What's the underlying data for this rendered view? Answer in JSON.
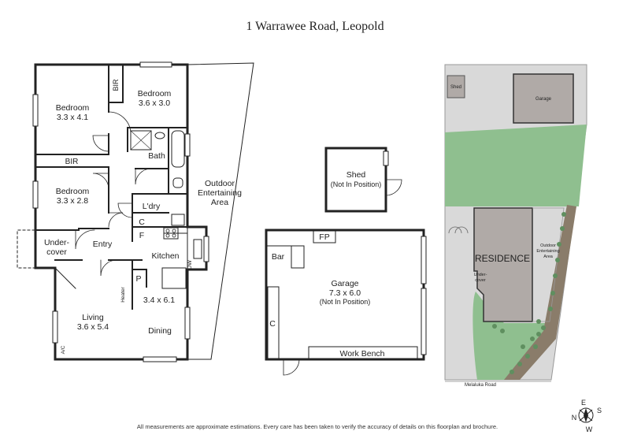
{
  "title": "1 Warrawee Road, Leopold",
  "disclaimer": "All measurements are approximate estimations. Every care has been taken to verify the accuracy of details on this floorplan and brochure.",
  "rooms": {
    "bedroom_1": {
      "name": "Bedroom",
      "size": "3.3 x 4.1"
    },
    "bedroom_2": {
      "name": "Bedroom",
      "size": "3.6 x 3.0"
    },
    "bedroom_3": {
      "name": "Bedroom",
      "size": "3.3 x 2.8"
    },
    "bir_1": "BIR",
    "bir_2": "BIR",
    "bath": "Bath",
    "laundry": "L'dry",
    "cupboard": "C",
    "fridge": "F",
    "entry": "Entry",
    "undercover": "Under-\ncover",
    "kitchen": {
      "name": "Kitchen",
      "size": "3.4 x 6.1"
    },
    "pantry": "P",
    "dishwasher": "DW",
    "heater": "Heater",
    "living": {
      "name": "Living",
      "size": "3.6 x 5.4"
    },
    "ac": "A/C",
    "dining": "Dining",
    "outdoor": "Outdoor\nEntertaining\nArea"
  },
  "shed": {
    "name": "Shed",
    "note": "(Not In Position)"
  },
  "garage": {
    "name": "Garage",
    "size": "7.3 x 6.0",
    "note": "(Not In Position)",
    "fireplace": "FP",
    "bar": "Bar",
    "cupboard": "C",
    "work_bench": "Work Bench"
  },
  "site_plan": {
    "shed": "Shed",
    "garage": "Garage",
    "residence": "RESIDENCE",
    "undercover": "Under-\ncover",
    "outdoor": "Outdoor\nEntertaining\nArea",
    "road": "Melaluka Road",
    "colors": {
      "lot": "#d9d9d9",
      "lawn": "#8fbf8f",
      "building": "#b0aaa7",
      "garden_bed": "#8a7c6a",
      "shrub": "#5f8f5f"
    }
  },
  "compass": {
    "n": "N",
    "e": "E",
    "s": "S",
    "w": "W"
  }
}
